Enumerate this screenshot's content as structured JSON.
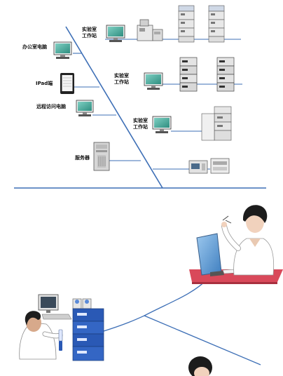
{
  "labels": {
    "office_pc": "办公室电脑",
    "ipad": "IPad端",
    "remote_pc": "远程访问电脑",
    "server": "服务器",
    "workstation_top_l1": "实验室",
    "workstation_top_l2": "工作站",
    "workstation_mid_l1": "实验室",
    "workstation_mid_l2": "工作站",
    "workstation_low_l1": "实验室",
    "workstation_low_l2": "工作站"
  },
  "colors": {
    "network_line": "#3d6fb6",
    "desk_top": "#d9495a",
    "monitor_screen": "#4fae9f",
    "lab_coat": "#ffffff",
    "instrument_blue": "#2a59b5"
  }
}
